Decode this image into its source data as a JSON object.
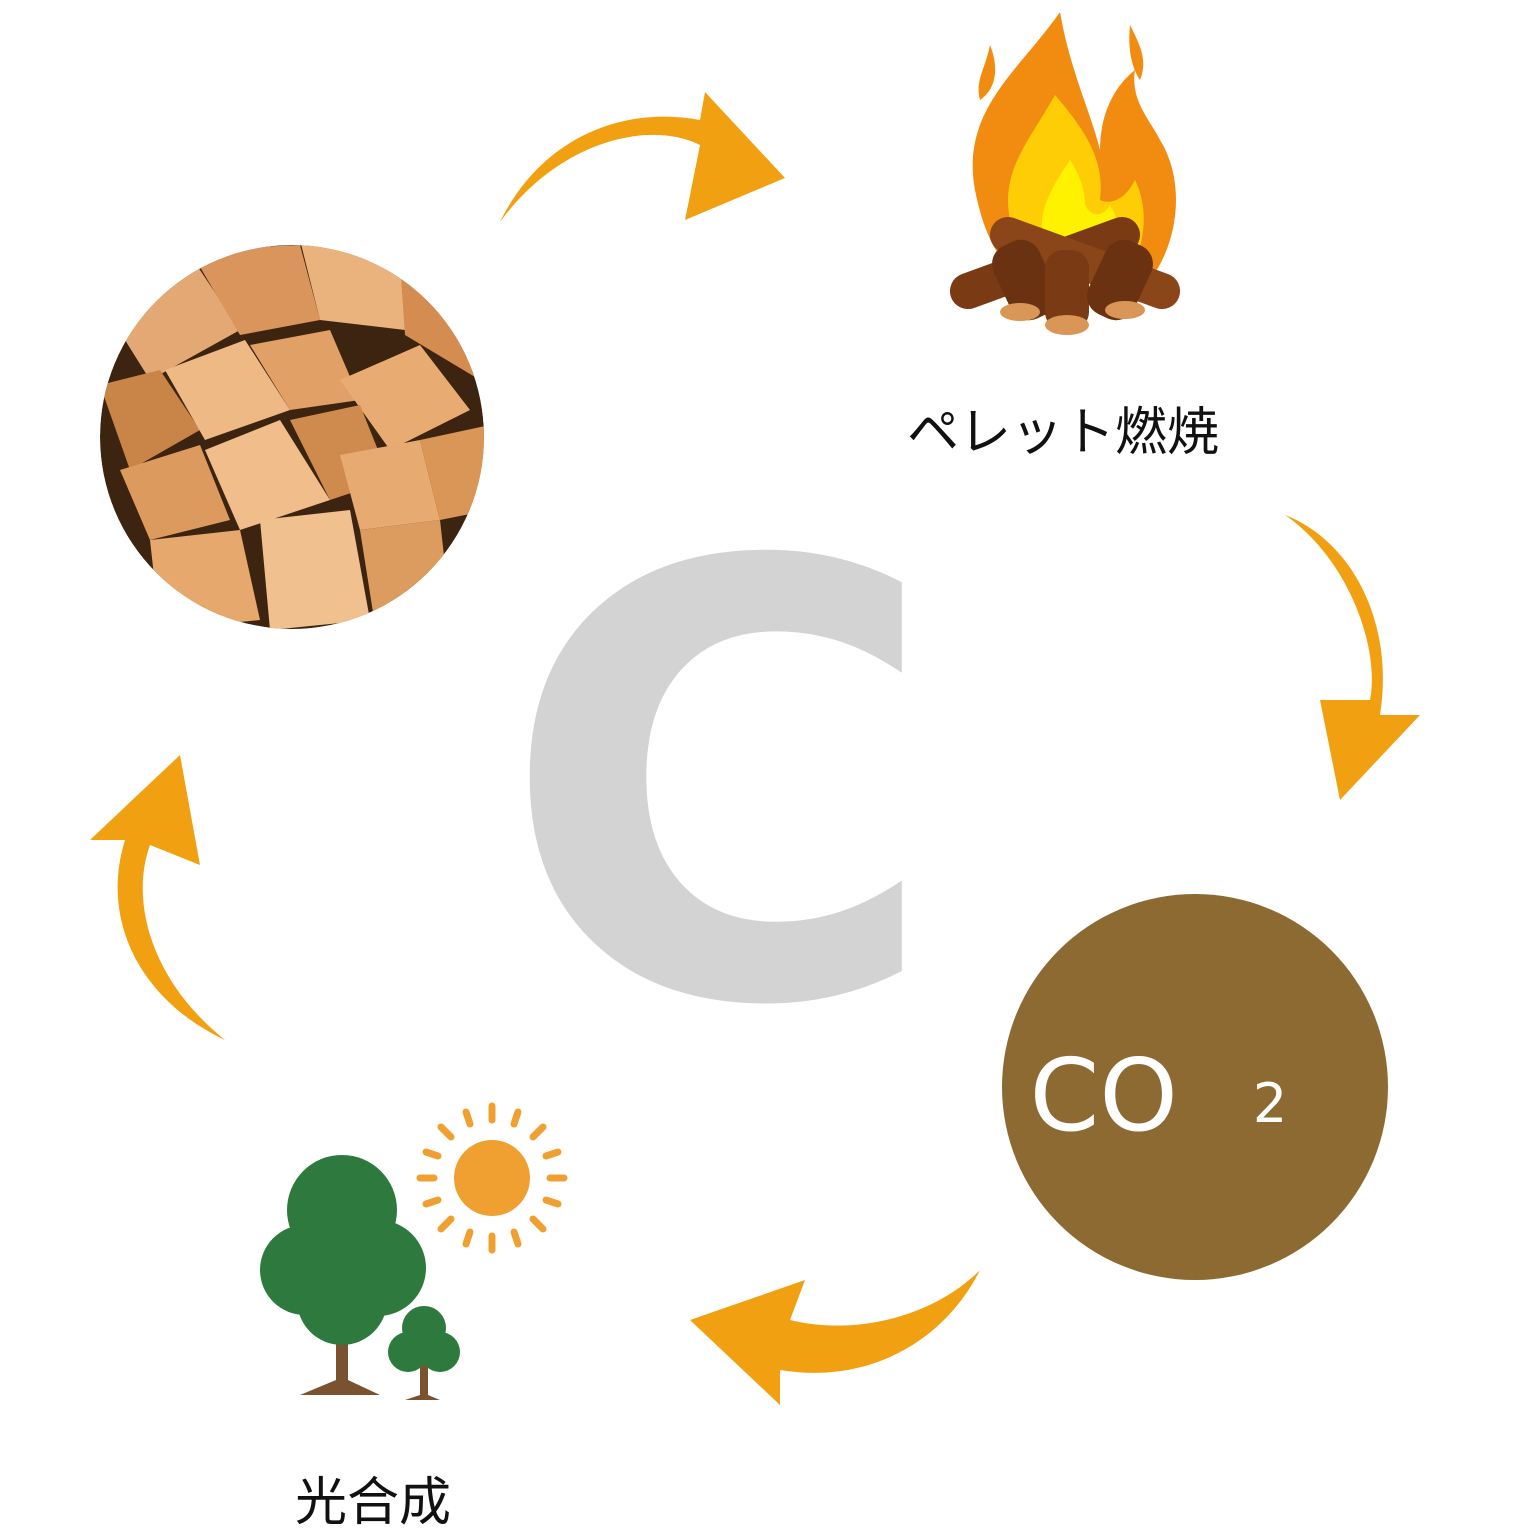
{
  "center": {
    "letter": "C",
    "color": "#d3d3d3"
  },
  "nodes": {
    "wood": {
      "label": "",
      "icon": "firewood-pile-icon",
      "colors": {
        "light": "#e9b07a",
        "mid": "#cf8c52",
        "dark": "#6b4424"
      }
    },
    "burning": {
      "label": "ペレット燃焼",
      "icon": "campfire-icon",
      "colors": {
        "flame_outer": "#f28c10",
        "flame_inner": "#fff200",
        "log": "#7a3b14"
      }
    },
    "co2": {
      "label_main": "CO",
      "label_sub": "2",
      "circle_color": "#8e6a33",
      "text_color": "#ffffff"
    },
    "photosynthesis": {
      "label": "光合成",
      "icons": [
        "tree-icon",
        "sun-icon"
      ],
      "colors": {
        "tree": "#2e7a3e",
        "trunk": "#7a5230",
        "sun": "#f0a030"
      }
    }
  },
  "arrows": {
    "color": "#f0a010",
    "sequence": [
      "wood-to-burning",
      "burning-to-co2",
      "co2-to-photosynthesis",
      "photosynthesis-to-wood"
    ]
  }
}
